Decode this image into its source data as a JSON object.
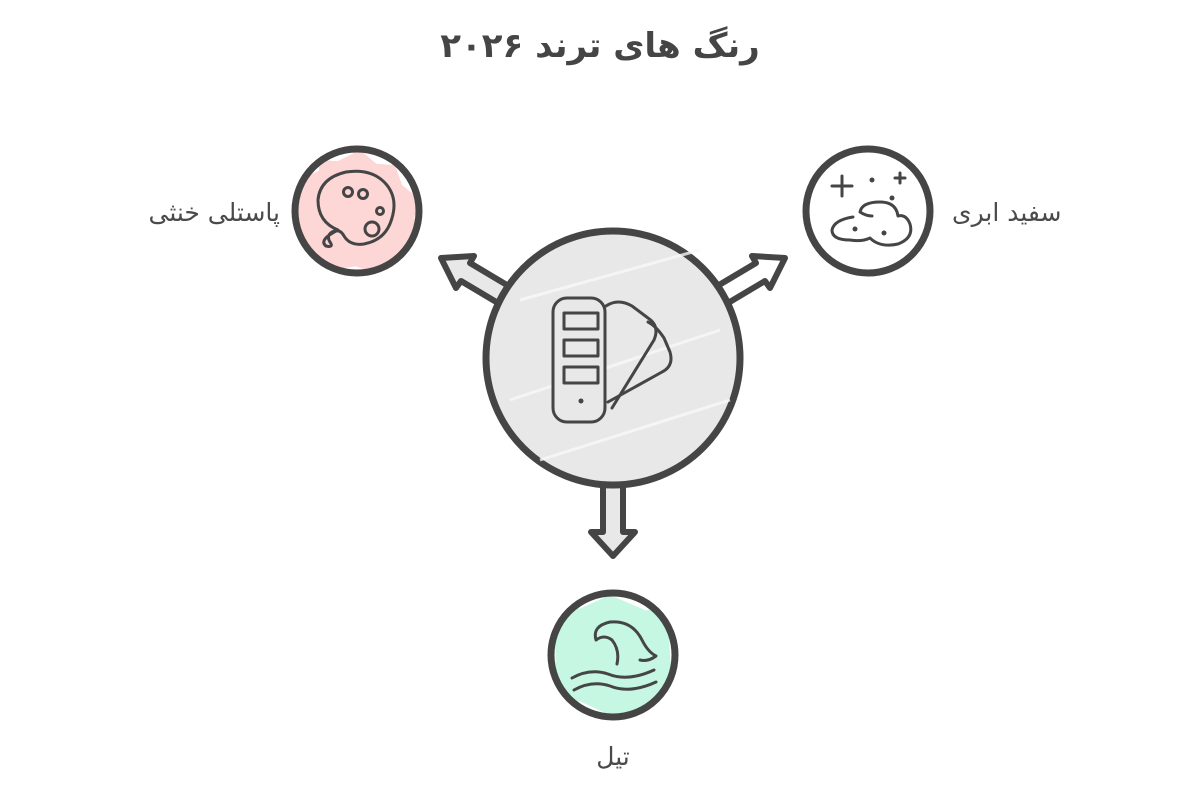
{
  "title": "رنگ های ترند ۲۰۲۶",
  "center": {
    "icon": "color-swatch-fan-icon",
    "fill": "#e8e8e8"
  },
  "nodes": [
    {
      "id": "pastel",
      "label": "پاستلی خنثی",
      "icon": "paint-palette-icon",
      "fill": "#fdd6d6",
      "position": "left"
    },
    {
      "id": "cloud-white",
      "label": "سفید ابری",
      "icon": "cloud-sparkle-icon",
      "fill": "#ffffff",
      "position": "right"
    },
    {
      "id": "teal",
      "label": "تیل",
      "icon": "wave-icon",
      "fill": "#c5f7e2",
      "position": "bottom"
    }
  ],
  "colors": {
    "stroke": "#454545",
    "text": "#4a4a4a"
  }
}
